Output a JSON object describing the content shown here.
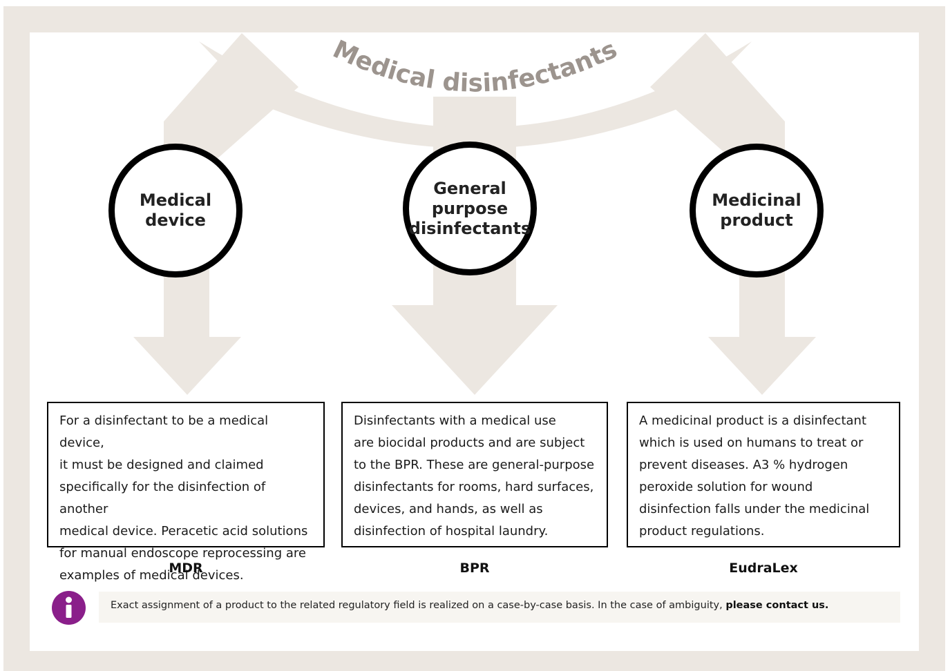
{
  "title": "Medical disinfectants",
  "colors": {
    "frame": "#ece7e1",
    "arrow": "#ece7e1",
    "title_text": "#9c948e",
    "info_icon": "#8a1f8a"
  },
  "categories": [
    {
      "label": "Medical\ndevice",
      "description": "For a disinfectant to be a medical device,\nit must be designed and claimed\nspecifically for the disinfection of another\nmedical device. Peracetic acid solutions\nfor manual endoscope reprocessing are\nexamples of medical devices.",
      "regulation": "MDR"
    },
    {
      "label": "General\npurpose\ndisinfectants",
      "description": "Disinfectants with a medical use\nare biocidal products and are subject\nto the BPR. These are general-purpose\ndisinfectants for rooms, hard surfaces,\ndevices, and hands, as well as\ndisinfection of hospital laundry.",
      "regulation": "BPR"
    },
    {
      "label": "Medicinal\nproduct",
      "description": "A medicinal product is a disinfectant\nwhich is used on humans to treat or\nprevent diseases. A3 % hydrogen\nperoxide solution for wound\ndisinfection falls under the medicinal\nproduct regulations.",
      "regulation": "EudraLex"
    }
  ],
  "info": {
    "icon": "info-icon",
    "text": "Exact assignment of a product to the related regulatory field is realized on a case-by-case basis. In the case of ambiguity, ",
    "link": "please contact us."
  }
}
